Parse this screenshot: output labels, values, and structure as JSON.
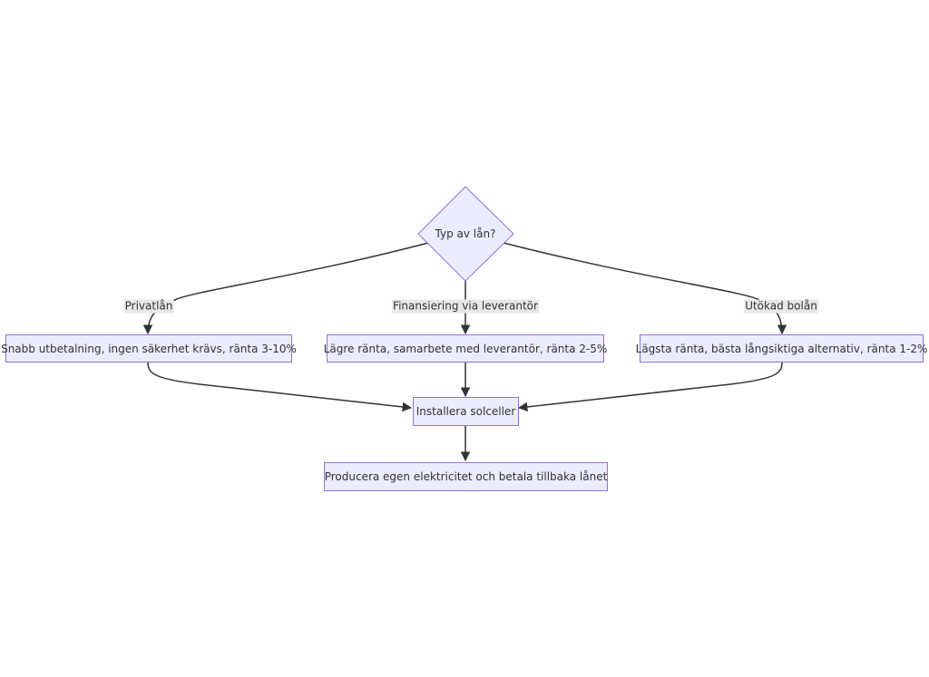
{
  "diagram": {
    "decision": {
      "label": "Typ av lån?"
    },
    "edge_labels": {
      "private": "Privatlån",
      "supplier": "Finansiering via leverantör",
      "mortgage": "Utökad bolån"
    },
    "nodes": {
      "private": "Snabb utbetalning, ingen säkerhet krävs, ränta 3-10%",
      "supplier": "Lägre ränta, samarbete med leverantör, ränta 2-5%",
      "mortgage": "Lägsta ränta, bästa långsiktiga alternativ, ränta 1-2%",
      "install": "Installera solceller",
      "produce": "Producera egen elektricitet och betala tillbaka lånet"
    }
  },
  "colors": {
    "node_fill": "#ececff",
    "node_stroke": "#9370db",
    "edge": "#333333",
    "label_bg": "#e8e8e8"
  }
}
